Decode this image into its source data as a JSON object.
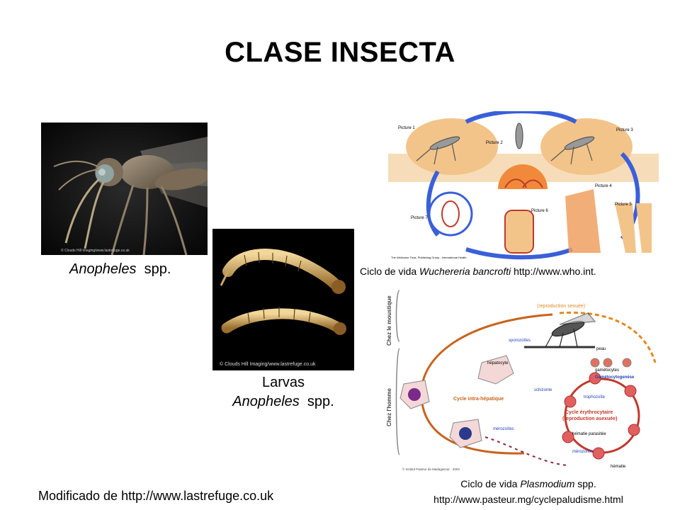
{
  "slide": {
    "title": "CLASE INSECTA"
  },
  "mosquito_photo": {
    "caption_genus": "Anopheles",
    "caption_suffix": "spp.",
    "watermark": "© Clouds Hill Imaging/www.lastrefuge.co.uk"
  },
  "larvae_photo": {
    "caption_line1": "Larvas",
    "caption_genus": "Anopheles",
    "caption_suffix": "spp.",
    "watermark": "© Clouds Hill Imaging/www.lastrefuge.co.uk"
  },
  "wuchereria_diagram": {
    "caption_prefix": "Ciclo de vida ",
    "caption_species": "Wuchereria bancrofti",
    "caption_url": "http://www.who.int.",
    "labels": [
      "Picture 1",
      "Picture 2",
      "Picture 3",
      "Picture 4",
      "Picture 5",
      "Picture 6",
      "Picture 7"
    ],
    "credit": "The Wellcome Trust, Publishing Group - International Health"
  },
  "plasmodium_diagram": {
    "caption_prefix": "Ciclo de vida ",
    "caption_genus": "Plasmodium",
    "caption_suffix": " spp.",
    "caption_url": "http://www.pasteur.mg/cyclepaludisme.html",
    "side_top": "Chez le moustique",
    "side_bottom": "Chez l'homme",
    "labels": {
      "repro_sexual": "(reproduction sexuée)",
      "sporozoites": "sporozoïtes",
      "peau": "peau",
      "hepatocyte": "hépatocyte",
      "gametocytes": "gamétocytes",
      "gametocytogenese": "Gamétocytogenèse",
      "schizonte": "schizonte",
      "trophozoite": "trophozoïte",
      "cycle_intra": "Cycle intra-hépatique",
      "cycle_ery1": "Cycle érythrocytaire",
      "cycle_ery2": "(reproduction asexuée)",
      "hematie_parasitee": "hématie parasitée",
      "merozoites1": "mérozoïtes",
      "merozoites2": "mérozoïtes",
      "hematie": "hématie"
    },
    "credit": "© Institut Pasteur de Madagascar - 2003"
  },
  "footer": {
    "source": "Modificado de http://www.lastrefuge.co.uk"
  },
  "colors": {
    "arrow_blue": "#3a5fd9",
    "cycle_orange": "#c8641e",
    "skin_orange": "#f2c48a",
    "label_blue": "#1f3fb5",
    "repro_orange": "#e08a20"
  }
}
